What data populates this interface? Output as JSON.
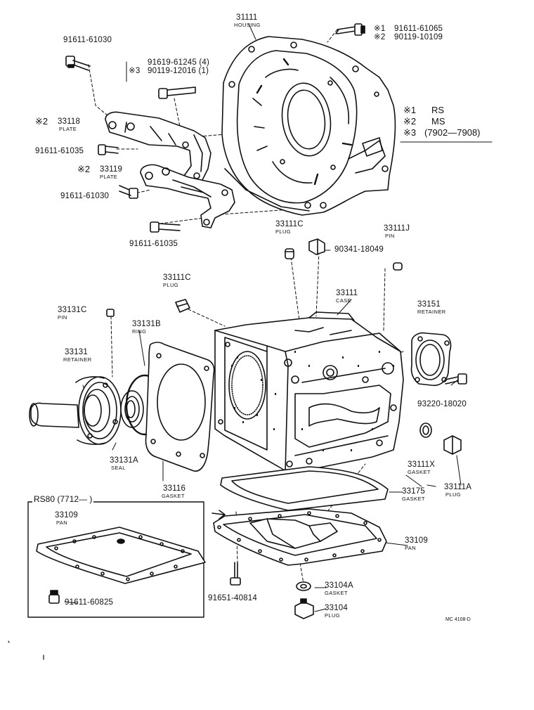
{
  "parts": {
    "housing": {
      "number": "31111",
      "name": "HOUSING"
    },
    "bolt_housing": {
      "mark1": "※1",
      "number1": "91611-61065",
      "mark2": "※2",
      "number2": "90119-10109"
    },
    "bolt_top_left": {
      "number": "91611-61030"
    },
    "bolt_plate_upper": {
      "number1": "91619-61245 (4)",
      "mark": "※3",
      "number2": "90119-12016 (1)"
    },
    "plate_upper": {
      "mark": "※2",
      "number": "33118",
      "name": "PLATE"
    },
    "bolt_plate_upper_side": {
      "number": "91611-61035"
    },
    "plate_lower": {
      "mark": "※2",
      "number": "33119",
      "name": "PLATE"
    },
    "bolt_plate_lower_side": {
      "number": "91611-61030"
    },
    "bolt_plate_lower_bottom": {
      "number": "91611-61035"
    },
    "plug_top": {
      "number": "33111C",
      "name": "PLUG"
    },
    "plug_side": {
      "number": "90341-18049"
    },
    "pin_case": {
      "number": "33111J",
      "name": "PIN"
    },
    "plug_left": {
      "number": "33111C",
      "name": "PLUG"
    },
    "case": {
      "number": "33111",
      "name": "CASE"
    },
    "pin_retainer": {
      "number": "33131C",
      "name": "PIN"
    },
    "ring": {
      "number": "33131B",
      "name": "RING"
    },
    "retainer_front": {
      "number": "33131",
      "name": "RETAINER"
    },
    "retainer_rear": {
      "number": "33151",
      "name": "RETAINER"
    },
    "bolt_retainer": {
      "number": "93220-18020"
    },
    "seal": {
      "number": "33131A",
      "name": "SEAL"
    },
    "gasket_front": {
      "number": "33116",
      "name": "GASKET"
    },
    "gasket_plug": {
      "number": "33111X",
      "name": "GASKET"
    },
    "plug_case_side": {
      "number": "33111A",
      "name": "PLUG"
    },
    "gasket_pan": {
      "number": "33175",
      "name": "GASKET"
    },
    "pan": {
      "number": "33109",
      "name": "PAN"
    },
    "pan_bolt": {
      "number": "91651-40814"
    },
    "drain_gasket": {
      "number": "33104A",
      "name": "GASKET"
    },
    "drain_plug": {
      "number": "33104",
      "name": "PLUG"
    }
  },
  "legend": {
    "l1_mark": "※1",
    "l1_text": "RS",
    "l2_mark": "※2",
    "l2_text": "MS",
    "l3_mark": "※3",
    "l3_text": "(7902—7908)"
  },
  "inset": {
    "title": "RS80 (7712—        )",
    "pan": {
      "number": "33109",
      "name": "PAN"
    },
    "bolt": {
      "number": "91611-60825"
    }
  },
  "diagram_code": "MC 4108-D"
}
